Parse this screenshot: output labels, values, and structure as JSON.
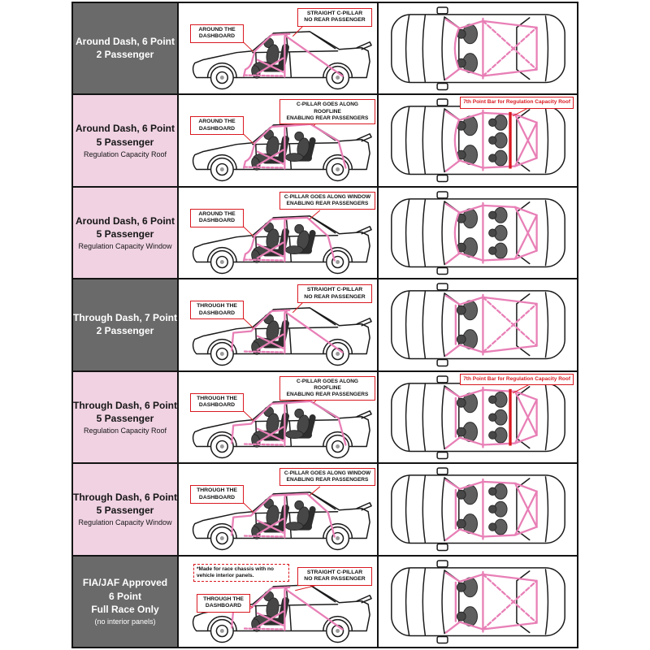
{
  "colors": {
    "cage_pink": "#e87fb6",
    "annotation_red": "#d91920",
    "car_line": "#1a1a1a",
    "label_dark_bg": "#6a6a6a",
    "label_pink_bg": "#f0d2e2"
  },
  "rows": [
    {
      "line1": "Around Dash, 6 Point",
      "line2": "2 Passenger",
      "line3": "",
      "small_note": "",
      "theme": "dark",
      "dash_type": "around",
      "c_pillar": "straight",
      "passengers": 2,
      "seventh_point_bar": false,
      "annotations": {
        "dash": "AROUND THE\nDASHBOARD",
        "c_pillar": "STRAIGHT C-PILLAR\nNO REAR PASSENGER",
        "seventh_point": "",
        "race_note": ""
      }
    },
    {
      "line1": "Around Dash, 6 Point",
      "line2": "5 Passenger",
      "line3": "",
      "small_note": "Regulation Capacity Roof",
      "theme": "pink",
      "dash_type": "around",
      "c_pillar": "roofline",
      "passengers": 5,
      "seventh_point_bar": true,
      "annotations": {
        "dash": "AROUND THE\nDASHBOARD",
        "c_pillar": "C-PILLAR GOES ALONG ROOFLINE\nENABLING REAR PASSENGERS",
        "seventh_point": "7th Point Bar for Regulation Capacity Roof",
        "race_note": ""
      }
    },
    {
      "line1": "Around Dash, 6 Point",
      "line2": "5 Passenger",
      "line3": "",
      "small_note": "Regulation Capacity Window",
      "theme": "pink",
      "dash_type": "around",
      "c_pillar": "window",
      "passengers": 5,
      "seventh_point_bar": false,
      "annotations": {
        "dash": "AROUND THE\nDASHBOARD",
        "c_pillar": "C-PILLAR GOES ALONG WINDOW\nENABLING REAR PASSENGERS",
        "seventh_point": "",
        "race_note": ""
      }
    },
    {
      "line1": "Through Dash, 7 Point",
      "line2": "2 Passenger",
      "line3": "",
      "small_note": "",
      "theme": "dark",
      "dash_type": "through",
      "c_pillar": "straight",
      "passengers": 2,
      "seventh_point_bar": false,
      "annotations": {
        "dash": "THROUGH THE\nDASHBOARD",
        "c_pillar": "STRAIGHT C-PILLAR\nNO REAR PASSENGER",
        "seventh_point": "",
        "race_note": ""
      }
    },
    {
      "line1": "Through Dash, 6 Point",
      "line2": "5 Passenger",
      "line3": "",
      "small_note": "Regulation Capacity Roof",
      "theme": "pink",
      "dash_type": "through",
      "c_pillar": "roofline",
      "passengers": 5,
      "seventh_point_bar": true,
      "annotations": {
        "dash": "THROUGH THE\nDASHBOARD",
        "c_pillar": "C-PILLAR GOES ALONG ROOFLINE\nENABLING REAR PASSENGERS",
        "seventh_point": "7th Point Bar for Regulation Capacity Roof",
        "race_note": ""
      }
    },
    {
      "line1": "Through Dash, 6 Point",
      "line2": "5 Passenger",
      "line3": "",
      "small_note": "Regulation Capacity Window",
      "theme": "pink",
      "dash_type": "through",
      "c_pillar": "window",
      "passengers": 5,
      "seventh_point_bar": false,
      "annotations": {
        "dash": "THROUGH THE\nDASHBOARD",
        "c_pillar": "C-PILLAR GOES ALONG WINDOW\nENABLING REAR PASSENGERS",
        "seventh_point": "",
        "race_note": ""
      }
    },
    {
      "line1": "FIA/JAF Approved",
      "line2": "6 Point",
      "line3": "Full Race Only",
      "small_note": "(no interior panels)",
      "theme": "dark",
      "dash_type": "through",
      "c_pillar": "straight",
      "passengers": 2,
      "seventh_point_bar": false,
      "annotations": {
        "dash": "THROUGH THE\nDASHBOARD",
        "c_pillar": "STRAIGHT C-PILLAR\nNO REAR PASSENGER",
        "seventh_point": "",
        "race_note": "*Made for race chassis with no\nvehicle interior panels."
      }
    }
  ]
}
